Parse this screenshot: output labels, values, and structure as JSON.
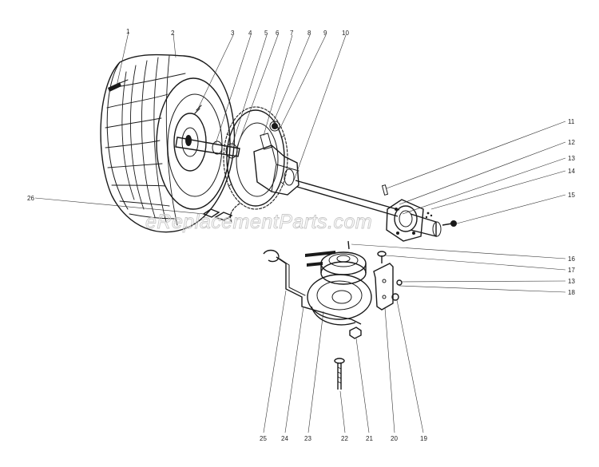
{
  "watermark": "eReplacementParts.com",
  "callouts": {
    "c1": "1",
    "c2": "2",
    "c3": "3",
    "c4": "4",
    "c5": "5",
    "c6": "6",
    "c7": "7",
    "c8": "8",
    "c9": "9",
    "c10": "10",
    "c11": "11",
    "c12": "12",
    "c13a": "13",
    "c14": "14",
    "c15": "15",
    "c16": "16",
    "c17": "17",
    "c13b": "13",
    "c18": "18",
    "c19": "19",
    "c20": "20",
    "c21": "21",
    "c22": "22",
    "c23": "23",
    "c24": "24",
    "c25": "25",
    "c26": "26"
  }
}
